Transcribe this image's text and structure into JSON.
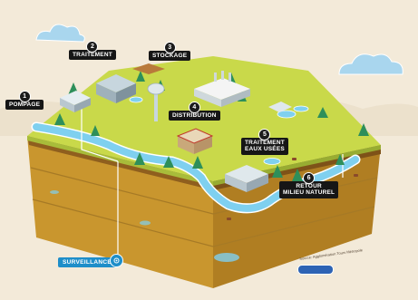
{
  "steps": [
    {
      "id": "pompage",
      "number": "1",
      "label": "POMPAGE"
    },
    {
      "id": "traitement",
      "number": "2",
      "label": "TRAITEMENT"
    },
    {
      "id": "stockage",
      "number": "3",
      "label": "STOCKAGE"
    },
    {
      "id": "distribution",
      "number": "4",
      "label": "DISTRIBUTION"
    },
    {
      "id": "traitement-eaux-usees",
      "number": "5",
      "label_line1": "TRAITEMENT",
      "label_line2": "EAUX USÉES"
    },
    {
      "id": "retour-milieu-naturel",
      "number": "6",
      "label_line1": "RETOUR",
      "label_line2": "MILIEU NATUREL"
    }
  ],
  "surveillance": {
    "label": "SURVEILLANCE"
  },
  "credit": "Source: Agglomération Tours Métropole",
  "colors": {
    "grass": "#c9d94a",
    "grass_dark": "#a8bc3a",
    "river": "#7fd0ef",
    "soil": "#c9962e",
    "soil_dark": "#8f5f1e",
    "label_bg": "#161616",
    "surveillance_bg": "#1e8ec9",
    "cloud": "#a9d6ee"
  }
}
